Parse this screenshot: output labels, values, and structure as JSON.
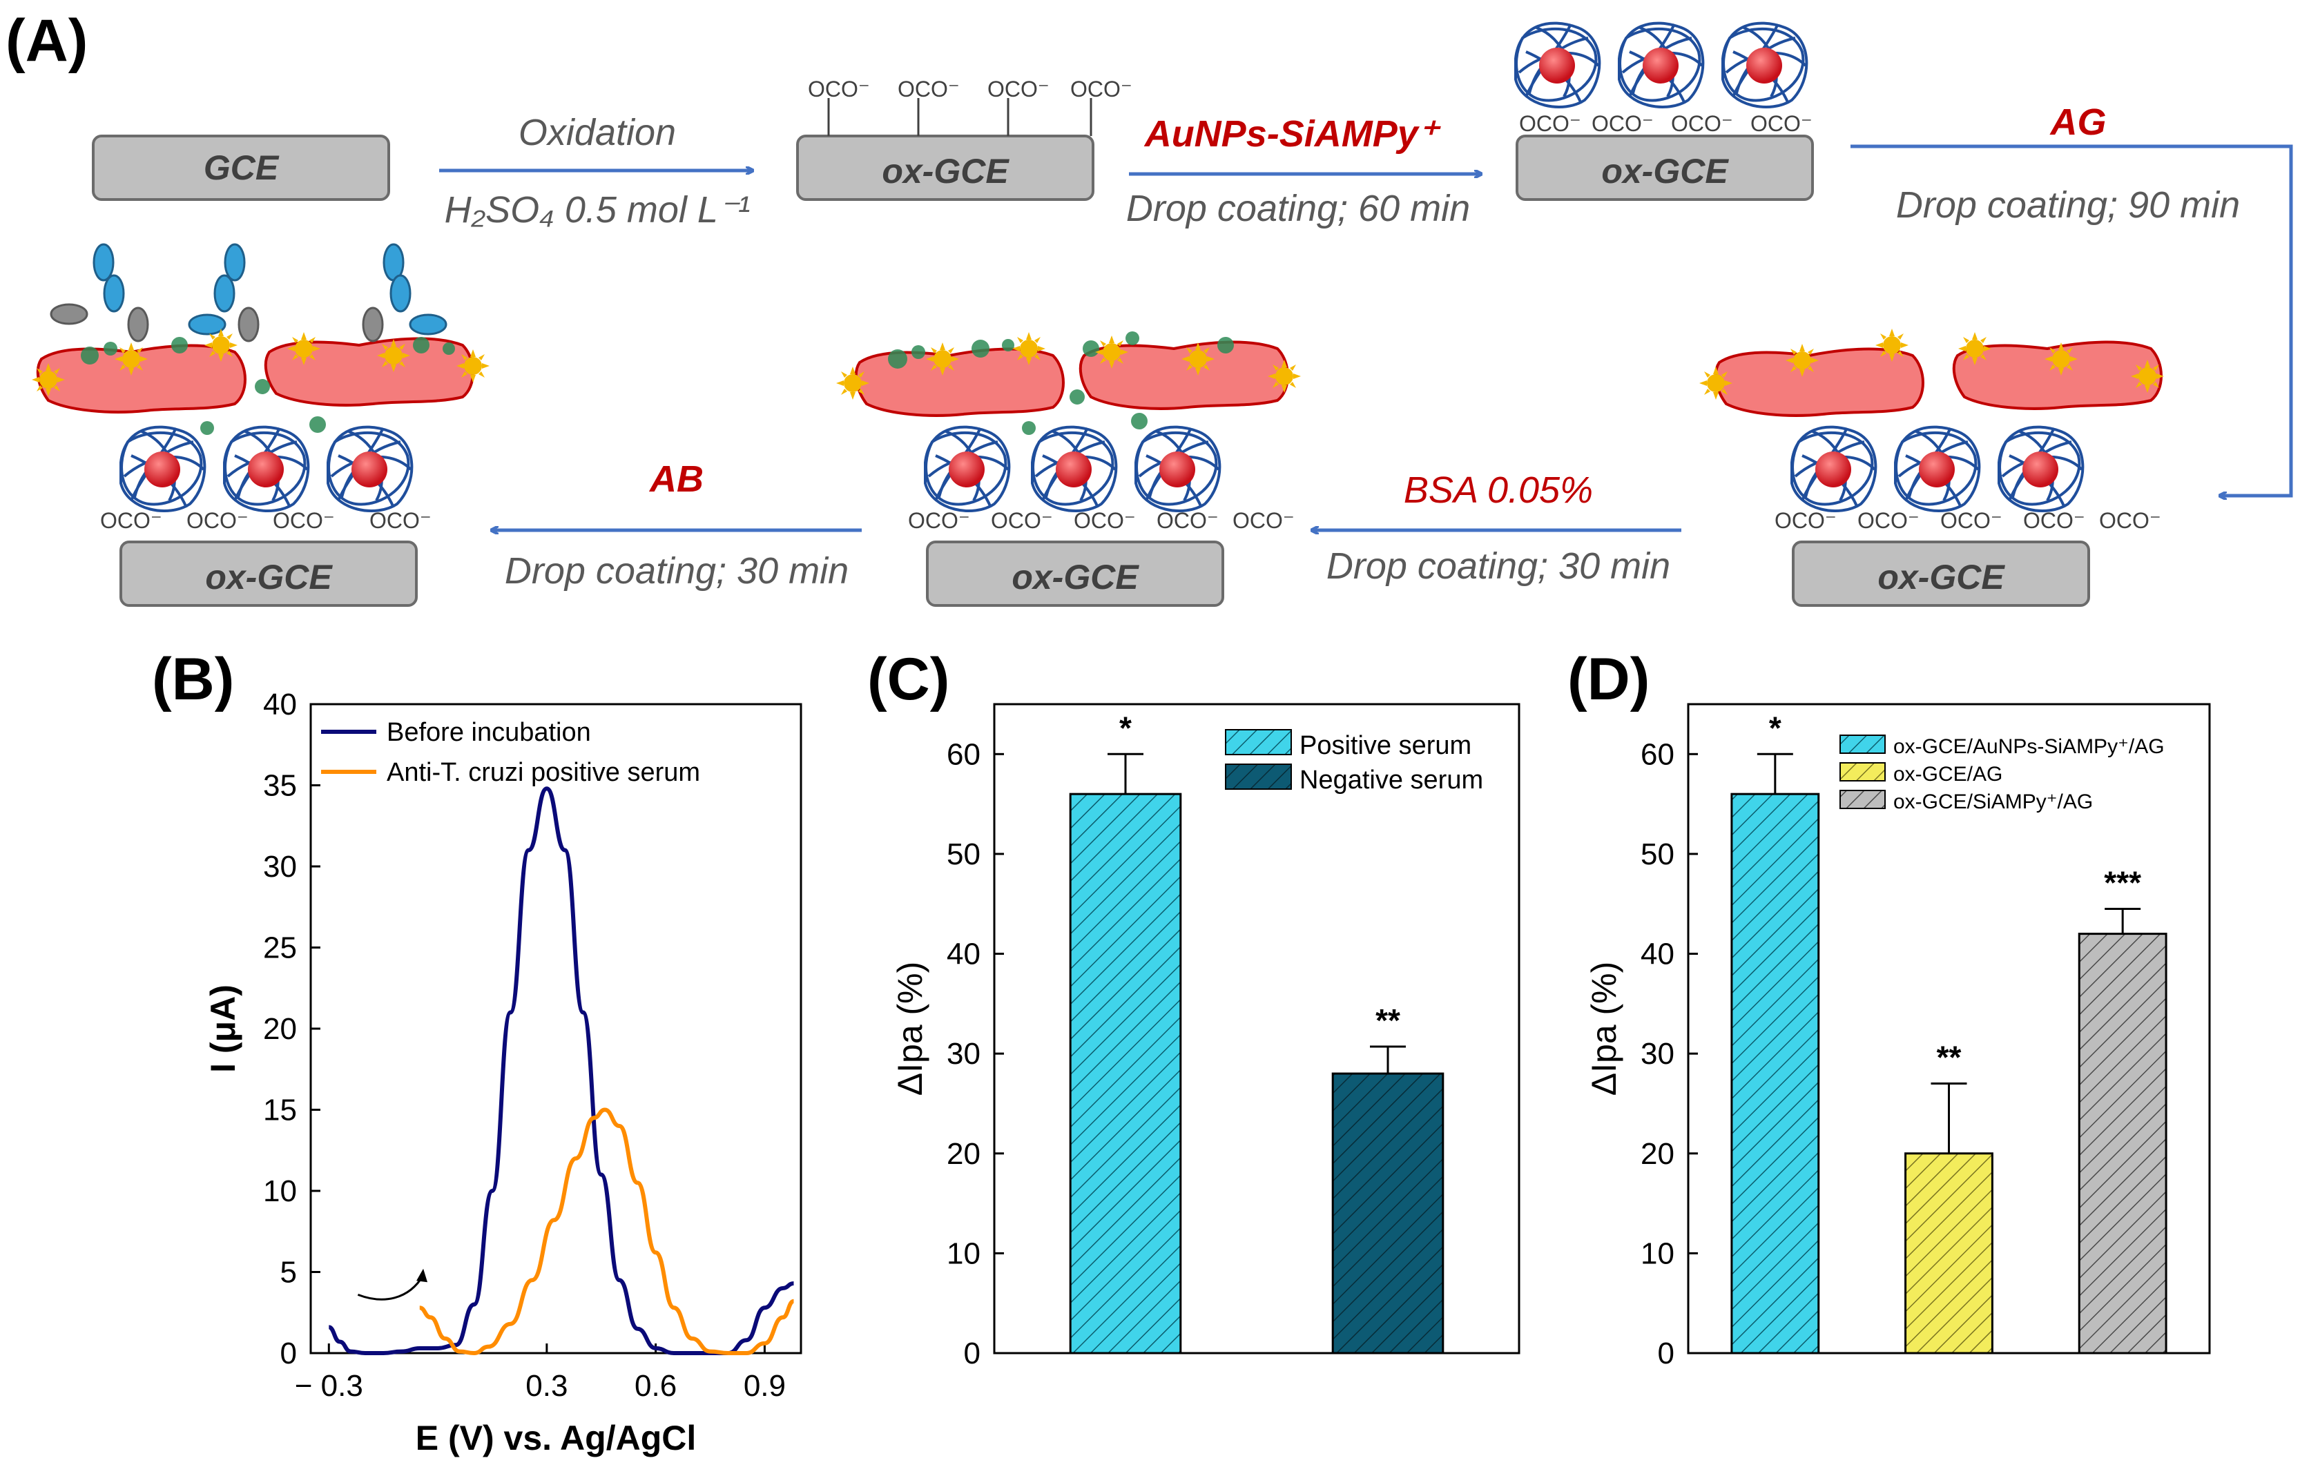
{
  "panels": {
    "a": "(A)",
    "b": "(B)",
    "c": "(C)",
    "d": "(D)"
  },
  "scheme": {
    "electrode_gce": "GCE",
    "electrode_ox": "ox-GCE",
    "carboxylate": "OCO⁻",
    "step1": {
      "title": "Oxidation",
      "condition": "H₂SO₄ 0.5 mol L⁻¹"
    },
    "step2": {
      "reagent": "AuNPs-SiAMPy⁺",
      "condition": "Drop coating; 60 min"
    },
    "step3": {
      "reagent": "AG",
      "condition": "Drop coating; 90 min"
    },
    "step4": {
      "reagent": "BSA 0.05%",
      "condition": "Drop coating; 30 min"
    },
    "step5": {
      "reagent": "AB",
      "condition": "Drop coating; 30 min"
    },
    "colors": {
      "arrow": "#4472c4",
      "reagent": "#c00000",
      "electrode": "#bfbfbf",
      "nanoparticle": "#e8202a",
      "polymer": "#1f4e9c",
      "protein": "#f47c7c",
      "sun": "#f5b800",
      "antibody": "#35a0d8"
    }
  },
  "chart_data": [
    {
      "type": "line",
      "panel": "(B)",
      "xlabel": "E (V) vs. Ag/AgCl",
      "ylabel": "I (μA)",
      "xlim": [
        -0.35,
        1.0
      ],
      "ylim": [
        0,
        40
      ],
      "xticks": [
        -0.3,
        0.3,
        0.6,
        0.9
      ],
      "xtick_labels": [
        "− 0.3",
        "0.3",
        "0.6",
        "0.9"
      ],
      "yticks": [
        0,
        5,
        10,
        15,
        20,
        25,
        30,
        35,
        40
      ],
      "legend_position": "top-left",
      "series": [
        {
          "name": "Before incubation",
          "color": "#0a0a78",
          "x": [
            -0.3,
            -0.27,
            -0.24,
            -0.2,
            -0.15,
            -0.1,
            -0.05,
            0.0,
            0.05,
            0.1,
            0.15,
            0.2,
            0.25,
            0.3,
            0.35,
            0.4,
            0.45,
            0.5,
            0.55,
            0.6,
            0.65,
            0.7,
            0.75,
            0.8,
            0.85,
            0.9,
            0.95,
            0.98
          ],
          "y": [
            1.6,
            0.7,
            0.1,
            0.0,
            0.0,
            0.1,
            0.3,
            0.3,
            0.5,
            3.0,
            10.0,
            21.0,
            31.0,
            34.8,
            31.0,
            21.0,
            11.0,
            4.5,
            1.5,
            0.3,
            0.0,
            0.0,
            0.0,
            0.0,
            0.8,
            2.8,
            4.0,
            4.3
          ]
        },
        {
          "name": "Anti-T. cruzi positive serum",
          "color": "#ff8c00",
          "x": [
            -0.05,
            -0.02,
            0.02,
            0.06,
            0.1,
            0.14,
            0.2,
            0.26,
            0.32,
            0.38,
            0.43,
            0.46,
            0.5,
            0.55,
            0.6,
            0.65,
            0.7,
            0.75,
            0.8,
            0.85,
            0.9,
            0.95,
            0.98
          ],
          "y": [
            2.8,
            2.2,
            0.9,
            0.1,
            0.0,
            0.4,
            1.8,
            4.5,
            8.2,
            12.0,
            14.5,
            15.0,
            14.0,
            10.5,
            6.2,
            2.8,
            0.9,
            0.1,
            0.0,
            0.0,
            0.6,
            2.2,
            3.2
          ]
        }
      ]
    },
    {
      "type": "bar",
      "panel": "(C)",
      "ylabel": "ΔIpa (%)",
      "ylim": [
        0,
        65
      ],
      "yticks": [
        0,
        10,
        20,
        30,
        40,
        50,
        60
      ],
      "legend_position": "top-right",
      "series": [
        {
          "name": "Positive serum",
          "value": 56,
          "error": 4,
          "significance": "*",
          "color": "#40d4ea"
        },
        {
          "name": "Negative serum",
          "value": 28,
          "error": 2.7,
          "significance": "**",
          "color": "#0d5a73"
        }
      ]
    },
    {
      "type": "bar",
      "panel": "(D)",
      "ylabel": "ΔIpa (%)",
      "ylim": [
        0,
        65
      ],
      "yticks": [
        0,
        10,
        20,
        30,
        40,
        50,
        60
      ],
      "legend_position": "top-right",
      "series": [
        {
          "name": "ox-GCE/AuNPs-SiAMPy⁺/AG",
          "value": 56,
          "error": 4,
          "significance": "*",
          "color": "#40d4ea"
        },
        {
          "name": "ox-GCE/AG",
          "value": 20,
          "error": 7,
          "significance": "**",
          "color": "#f3ec5c"
        },
        {
          "name": "ox-GCE/SiAMPy⁺/AG",
          "value": 42,
          "error": 2.5,
          "significance": "***",
          "color": "#bdbdbd"
        }
      ]
    }
  ]
}
